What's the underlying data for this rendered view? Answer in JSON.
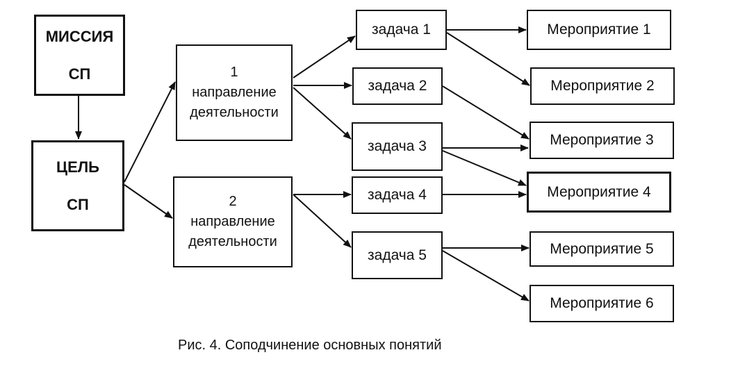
{
  "mission": {
    "line1": "МИССИЯ",
    "line2": "СП"
  },
  "goal": {
    "line1": "ЦЕЛЬ",
    "line2": "СП"
  },
  "directions": [
    {
      "number": "1",
      "line1": "направление",
      "line2": "деятельности"
    },
    {
      "number": "2",
      "line1": "направление",
      "line2": "деятельности"
    }
  ],
  "tasks": [
    "задача 1",
    "задача 2",
    "задача 3",
    "задача 4",
    "задача 5"
  ],
  "activities": [
    "Мероприятие 1",
    "Мероприятие 2",
    "Мероприятие 3",
    "Мероприятие 4",
    "Мероприятие 5",
    "Мероприятие 6"
  ],
  "caption": "Рис. 4. Соподчинение основных понятий"
}
